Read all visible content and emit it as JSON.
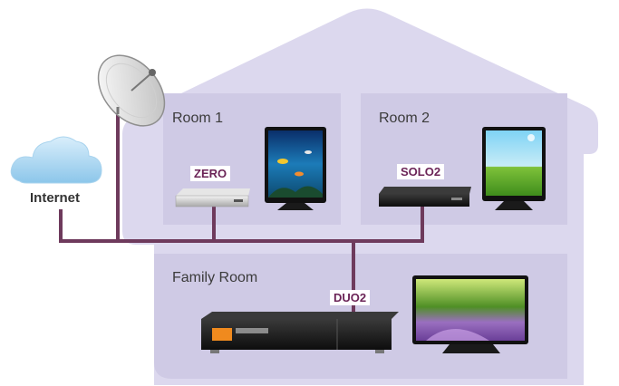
{
  "colors": {
    "house": "#dcd8ee",
    "room": "#cfcae5",
    "cable": "#6e3a5c",
    "device_label": "#6b2457"
  },
  "internet": {
    "label": "Internet",
    "icon": "cloud-icon"
  },
  "satellite": {
    "icon": "satellite-dish-icon"
  },
  "rooms": {
    "room1": {
      "title": "Room 1",
      "receiver": "ZERO"
    },
    "room2": {
      "title": "Room 2",
      "receiver": "SOLO2"
    },
    "family": {
      "title": "Family Room",
      "receiver": "DUO2"
    }
  }
}
